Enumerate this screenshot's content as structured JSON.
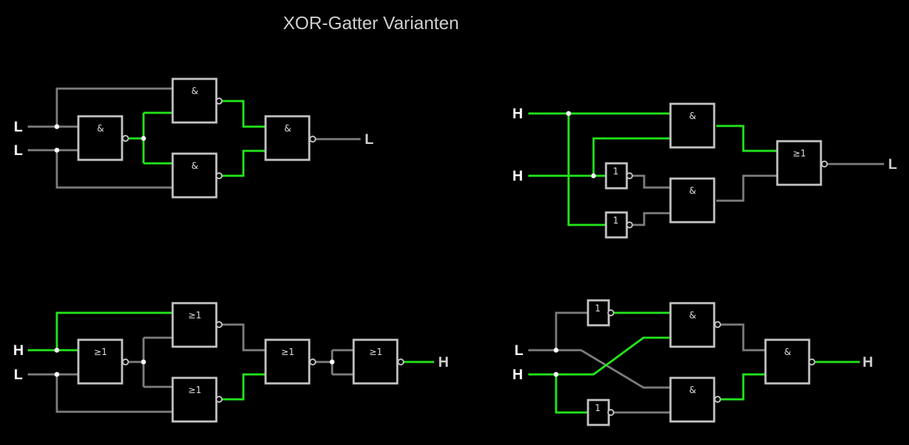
{
  "title": "XOR-Gatter Varianten",
  "colors": {
    "background": "#000000",
    "wire_low": "#7d7d7d",
    "wire_high": "#22e61a",
    "gate_outline": "#c4c4c4"
  },
  "symbols": {
    "and": "&",
    "or": "≥1",
    "not": "1"
  },
  "circuits": [
    {
      "id": "nand",
      "inputs": [
        "L",
        "L"
      ],
      "output": "L"
    },
    {
      "id": "and-or-not",
      "inputs": [
        "H",
        "H"
      ],
      "output": "L"
    },
    {
      "id": "nor",
      "inputs": [
        "H",
        "L"
      ],
      "output": "H"
    },
    {
      "id": "nand-crossed",
      "inputs": [
        "L",
        "H"
      ],
      "output": "H"
    }
  ]
}
